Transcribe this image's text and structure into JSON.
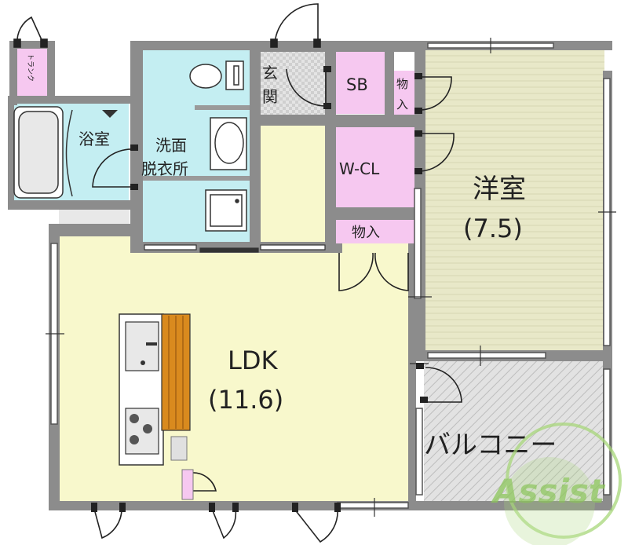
{
  "rooms": {
    "trunk": "トランク",
    "bath": "浴室",
    "washroom_line1": "洗面",
    "washroom_line2": "脱衣所",
    "entrance_line1": "玄",
    "entrance_line2": "関",
    "sb": "SB",
    "closet_small_line1": "物",
    "closet_small_line2": "入",
    "wcl": "W-CL",
    "closet_mid": "物入",
    "western_name": "洋室",
    "western_size": "(7.5)",
    "ldk_name": "LDK",
    "ldk_size": "(11.6)",
    "balcony": "バルコニー"
  },
  "watermark": "Assist",
  "colors": {
    "wall": "#8c8c8c",
    "ldk_floor": "#f8f8cc",
    "western_floor": "#e6e6c4",
    "wet_area": "#c4eef2",
    "storage": "#f6c8f0",
    "balcony": "#d8d8d8",
    "entrance": "#dcdcdc",
    "kitchen_counter": "#d98a1e",
    "watermark_green": "#a8d77a"
  }
}
